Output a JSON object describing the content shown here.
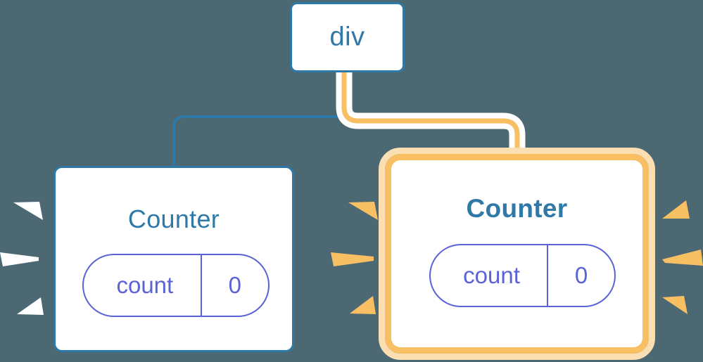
{
  "diagram": {
    "type": "component-tree",
    "background_color": "#4c6873",
    "root": {
      "label": "div",
      "border_color": "#2f79a8",
      "text_color": "#2f79a8"
    },
    "children": [
      {
        "id": "counter-left",
        "label": "Counter",
        "highlighted": false,
        "border_color": "#2f79a8",
        "title_color": "#2f79a8",
        "edge_color": "#2f79a8",
        "ray_color": "#ffffff",
        "state": {
          "key": "count",
          "value": "0",
          "pill_color": "#5b63d6"
        }
      },
      {
        "id": "counter-right",
        "label": "Counter",
        "highlighted": true,
        "border_color": "#f9bf63",
        "border_glow_color": "#fbdfb2",
        "title_color": "#2f79a8",
        "edge_color": "#f9bf63",
        "edge_halo_color": "#ffffff",
        "ray_color": "#f9bf63",
        "state": {
          "key": "count",
          "value": "0",
          "pill_color": "#5b63d6"
        }
      }
    ],
    "rays": {
      "left_group_color": "#ffffff",
      "middle_group_color": "#f9bf63",
      "right_group_color": "#f9bf63"
    }
  }
}
